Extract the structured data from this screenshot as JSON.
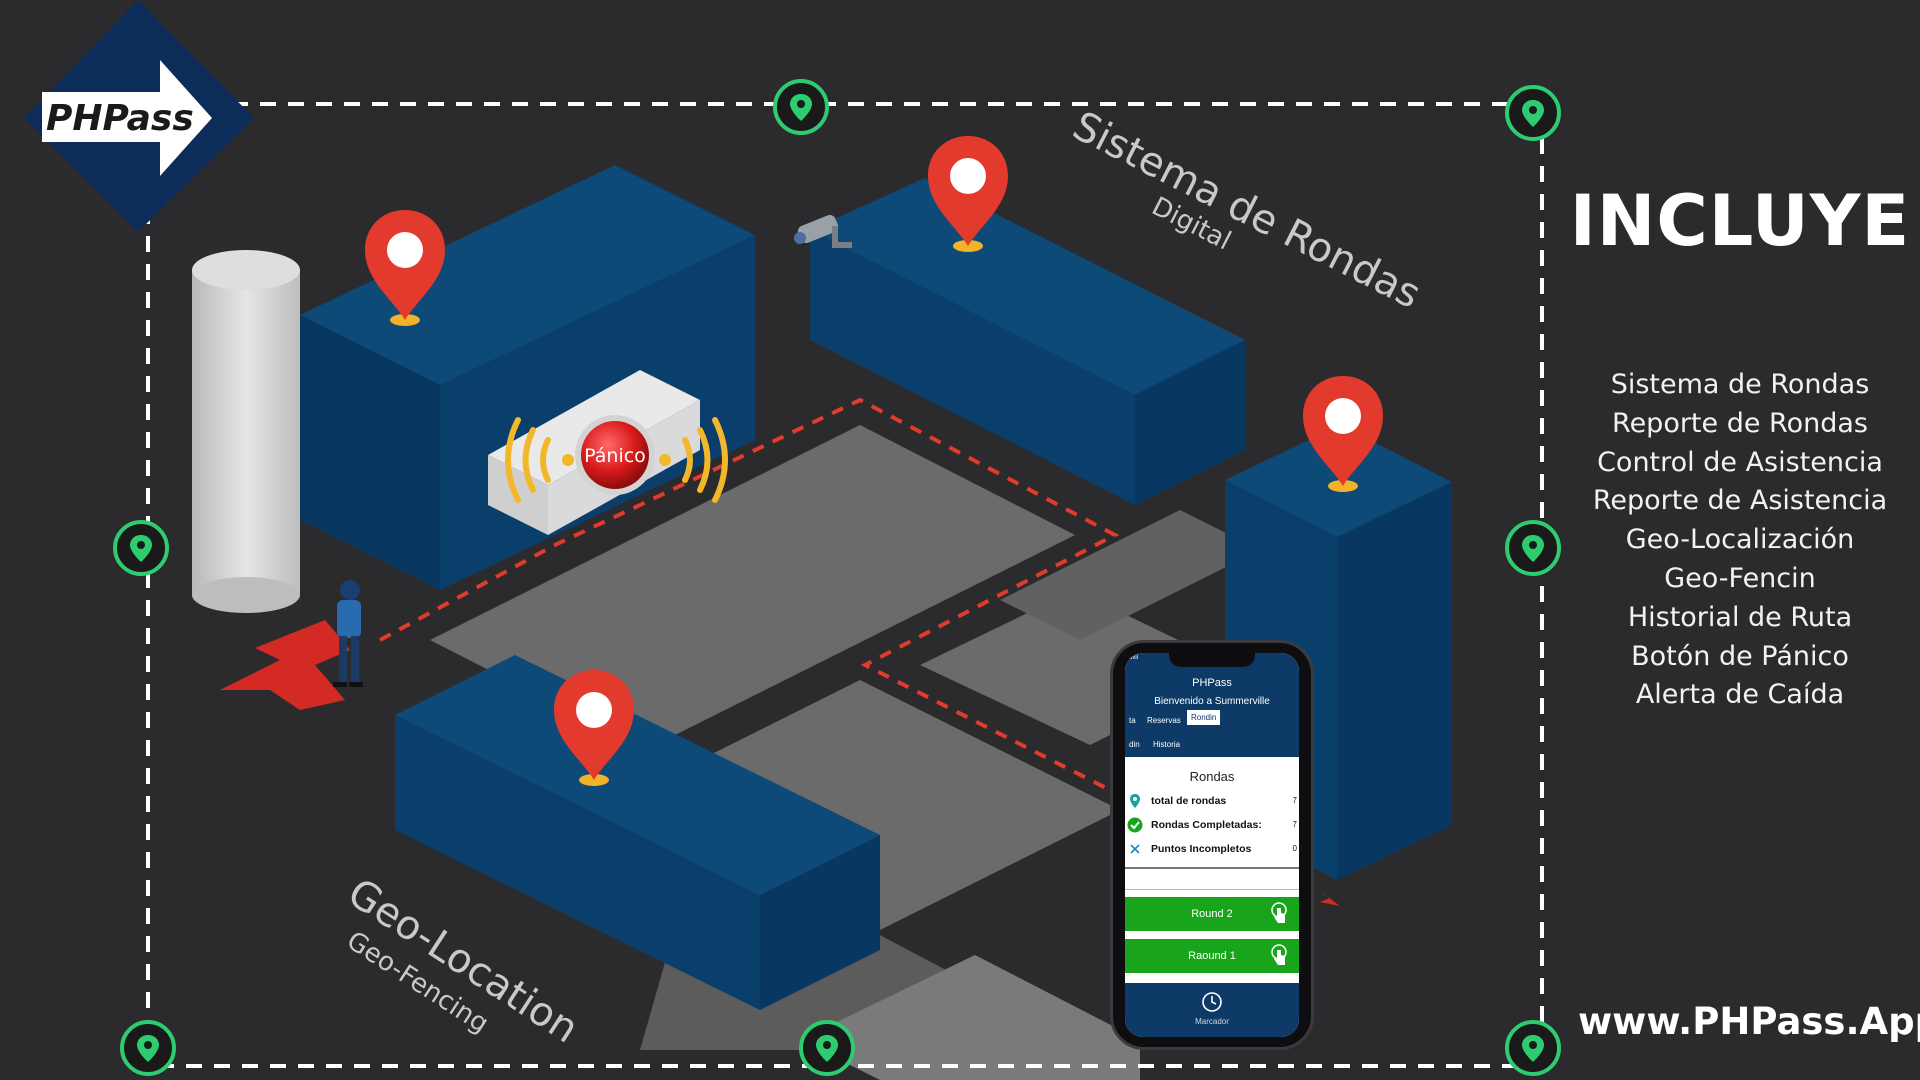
{
  "brand": {
    "logo_text": "PHPass"
  },
  "scene": {
    "title_main": "Sistema de Rondas",
    "title_sub": "Digital",
    "geo_main": "Geo-Location",
    "geo_sub": "Geo-Fencing",
    "panic_label": "Pánico"
  },
  "includes": {
    "title": "INCLUYE",
    "items": [
      "Sistema de Rondas",
      "Reporte de Rondas",
      "Control de Asistencia",
      "Reporte de Asistencia",
      "Geo-Localización",
      "Geo-Fencin",
      "Historial de Ruta",
      "Botón de Pánico",
      "Alerta de Caída"
    ]
  },
  "website": "www.PHPass.App",
  "phone": {
    "status": "ovil",
    "app_name": "PHPass",
    "welcome": "Bienvenido a Summerville",
    "tabs": [
      "ta",
      "Reservas",
      "Rondin"
    ],
    "subtabs": [
      "din",
      "Historia"
    ],
    "content_title": "Rondas",
    "rows": [
      {
        "label": "total de rondas",
        "value": "7",
        "icon": "location-pin-icon"
      },
      {
        "label": "Rondas Completadas:",
        "value": "7",
        "icon": "check-circle-icon"
      },
      {
        "label": "Puntos Incompletos",
        "value": "0",
        "icon": "x-mark-icon"
      }
    ],
    "buttons": [
      "Round 2",
      "Raound 1"
    ],
    "footer_label": "Marcador"
  },
  "colors": {
    "background": "#2b2b2d",
    "building_blue": "#0d4a78",
    "pin_red": "#e23a2c",
    "geofence_green": "#2ecc71",
    "button_green": "#18a51c",
    "logo_navy": "#0c2c5a"
  }
}
